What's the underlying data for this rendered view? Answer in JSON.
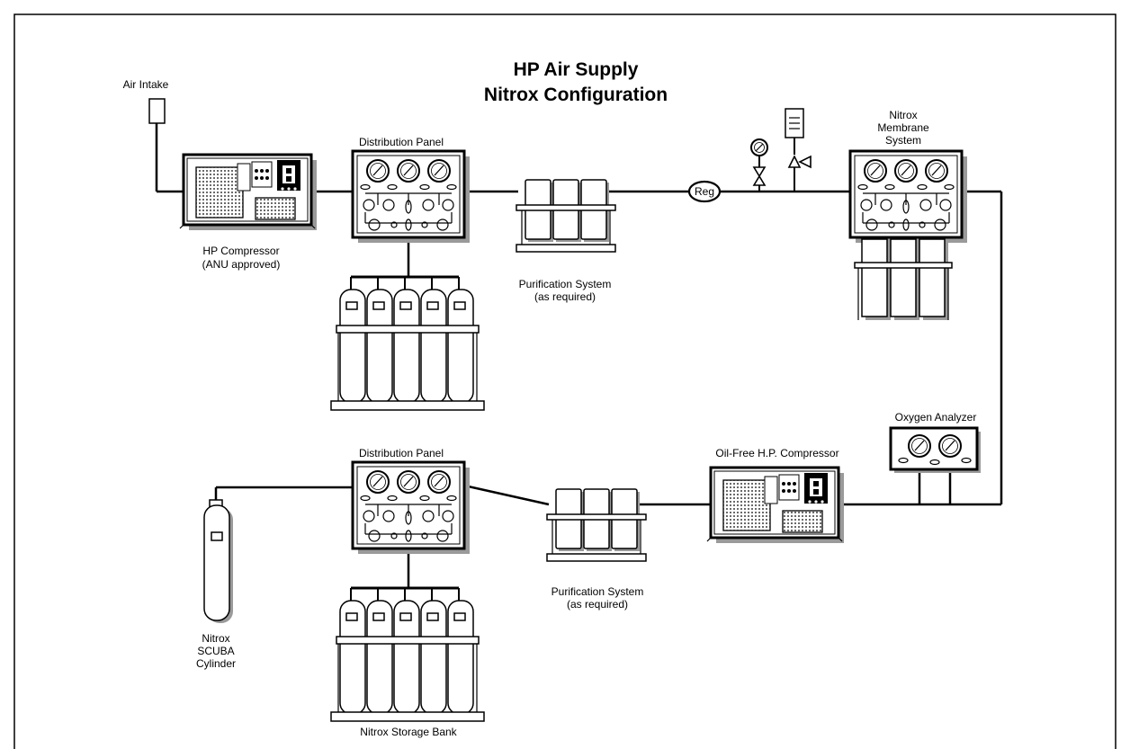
{
  "title_line1": "HP Air Supply",
  "title_line2": "Nitrox Configuration",
  "labels": {
    "air_intake": "Air Intake",
    "hp_compressor": "HP Compressor",
    "hp_compressor_sub": "(ANU approved)",
    "distribution_panel_top": "Distribution Panel",
    "purification_top": "Purification System",
    "purification_top_sub": "(as required)",
    "regulator": "Reg",
    "membrane_1": "Nitrox",
    "membrane_2": "Membrane",
    "membrane_3": "System",
    "oxygen_analyzer": "Oxygen Analyzer",
    "oilfree_compressor": "Oil-Free H.P. Compressor",
    "purification_bottom": "Purification System",
    "purification_bottom_sub": "(as required)",
    "distribution_panel_bottom": "Distribution Panel",
    "scuba_1": "Nitrox",
    "scuba_2": "SCUBA",
    "scuba_3": "Cylinder",
    "storage_bank": "Nitrox Storage Bank"
  }
}
